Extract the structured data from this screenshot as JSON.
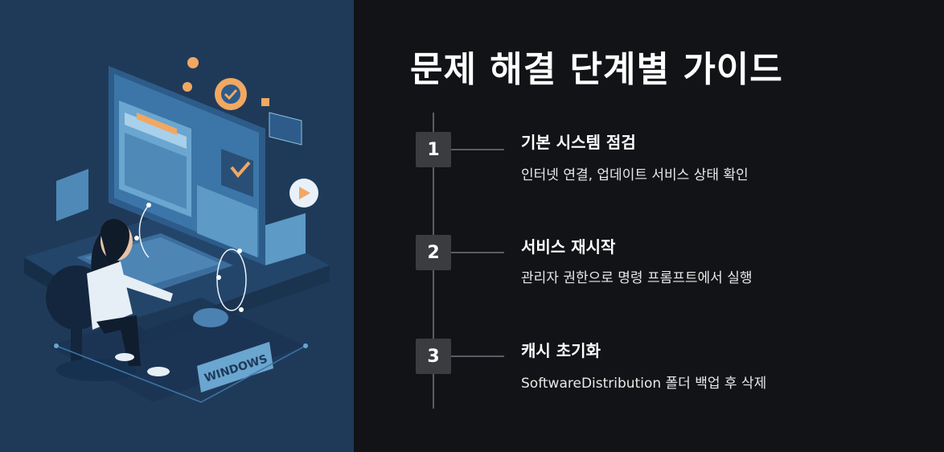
{
  "illustration": {
    "monitor_brand_text": "WINDOWS"
  },
  "guide": {
    "title": "문제 해결 단계별 가이드",
    "steps": [
      {
        "number": "1",
        "title": "기본 시스템 점검",
        "description": "인터넷 연결, 업데이트 서비스 상태 확인"
      },
      {
        "number": "2",
        "title": "서비스 재시작",
        "description": "관리자 권한으로 명령 프롬프트에서 실행"
      },
      {
        "number": "3",
        "title": "캐시 초기화",
        "description": "SoftwareDistribution 폴더 백업 후 삭제"
      }
    ]
  }
}
